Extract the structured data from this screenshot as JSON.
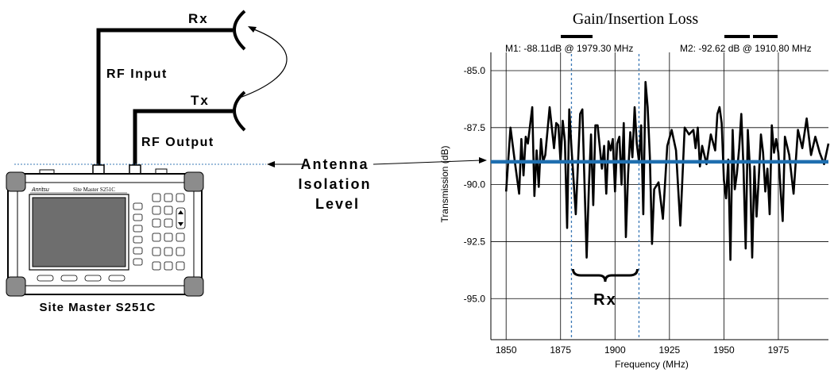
{
  "diagram": {
    "rx_label": "Rx",
    "tx_label": "Tx",
    "rf_input_label": "RF Input",
    "rf_output_label": "RF Output",
    "antenna_label_lines": [
      "Antenna",
      "Isolation",
      "Level"
    ],
    "device": {
      "brand": "Anritsu",
      "model_text": "Site Master S251C",
      "caption": "Site Master S251C"
    }
  },
  "chart_data": {
    "type": "line",
    "title": "Gain/Insertion Loss",
    "xlabel": "Frequency (MHz)",
    "ylabel": "Transmission (dB)",
    "xlim": [
      1843,
      1998
    ],
    "ylim": [
      -96.8,
      -84.2
    ],
    "x_ticks": [
      1850,
      1875,
      1900,
      1925,
      1950,
      1975
    ],
    "y_ticks": [
      -85.0,
      -87.5,
      -90.0,
      -92.5,
      -95.0
    ],
    "markers": [
      {
        "text": "M1: -88.11dB @ 1979.30 MHz"
      },
      {
        "text": "M2: -92.62 dB @ 1910.80 MHz"
      }
    ],
    "isolation_level": -89.0,
    "rx_band": {
      "label": "Rx",
      "x_start": 1880,
      "x_end": 1911
    },
    "series": [
      {
        "x": [
          1850,
          1852,
          1854,
          1856,
          1857,
          1858,
          1859,
          1860,
          1862,
          1863,
          1864,
          1865,
          1866,
          1867,
          1868,
          1870,
          1872,
          1873,
          1874,
          1875,
          1876,
          1877,
          1878,
          1879,
          1880,
          1882,
          1884,
          1885,
          1887,
          1888,
          1889,
          1890,
          1891,
          1892,
          1894,
          1895,
          1896,
          1897,
          1898,
          1899,
          1900,
          1901,
          1902,
          1903,
          1904,
          1905,
          1906,
          1907,
          1908,
          1909,
          1910,
          1911,
          1912,
          1913,
          1914,
          1915,
          1916,
          1917,
          1918,
          1920,
          1922,
          1924,
          1926,
          1928,
          1930,
          1932,
          1934,
          1936,
          1937,
          1938,
          1939,
          1940,
          1942,
          1944,
          1946,
          1947,
          1948,
          1949,
          1950,
          1951,
          1952,
          1953,
          1954,
          1955,
          1956,
          1957,
          1958,
          1959,
          1960,
          1961,
          1962,
          1963,
          1964,
          1965,
          1966,
          1967,
          1968,
          1969,
          1970,
          1971,
          1972,
          1973,
          1974,
          1975,
          1976,
          1977,
          1978,
          1980,
          1982,
          1984,
          1986,
          1988,
          1990,
          1992,
          1994,
          1996,
          1998
        ],
        "y": [
          -90.3,
          -87.5,
          -89.0,
          -90.4,
          -88.0,
          -89.6,
          -87.9,
          -88.2,
          -86.6,
          -90.5,
          -88.5,
          -90.1,
          -88.0,
          -89.0,
          -88.7,
          -86.6,
          -88.4,
          -87.3,
          -87.4,
          -89.0,
          -87.2,
          -88.1,
          -91.9,
          -86.7,
          -88.4,
          -91.3,
          -86.9,
          -86.7,
          -93.2,
          -90.1,
          -87.8,
          -90.9,
          -87.4,
          -87.4,
          -89.3,
          -88.3,
          -90.4,
          -88.1,
          -88.5,
          -88.0,
          -90.3,
          -88.2,
          -87.9,
          -90.0,
          -87.3,
          -92.3,
          -89.6,
          -87.7,
          -88.8,
          -86.6,
          -88.2,
          -89.0,
          -87.4,
          -91.3,
          -85.5,
          -86.6,
          -88.8,
          -92.6,
          -90.2,
          -89.9,
          -91.5,
          -88.3,
          -87.6,
          -88.5,
          -91.8,
          -87.5,
          -87.8,
          -87.6,
          -88.4,
          -87.5,
          -89.2,
          -88.3,
          -89.1,
          -87.8,
          -88.5,
          -86.9,
          -86.6,
          -87.3,
          -89.8,
          -90.6,
          -88.9,
          -93.3,
          -87.6,
          -90.2,
          -89.5,
          -88.4,
          -86.9,
          -89.3,
          -92.8,
          -87.6,
          -89.4,
          -93.2,
          -89.2,
          -91.4,
          -89.7,
          -87.8,
          -88.6,
          -90.3,
          -89.3,
          -91.3,
          -87.4,
          -88.6,
          -88.0,
          -88.6,
          -90.2,
          -91.6,
          -87.9,
          -88.7,
          -90.4,
          -87.6,
          -88.4,
          -87.1,
          -88.7,
          -87.9,
          -88.6,
          -89.1,
          -88.2
        ]
      }
    ]
  }
}
